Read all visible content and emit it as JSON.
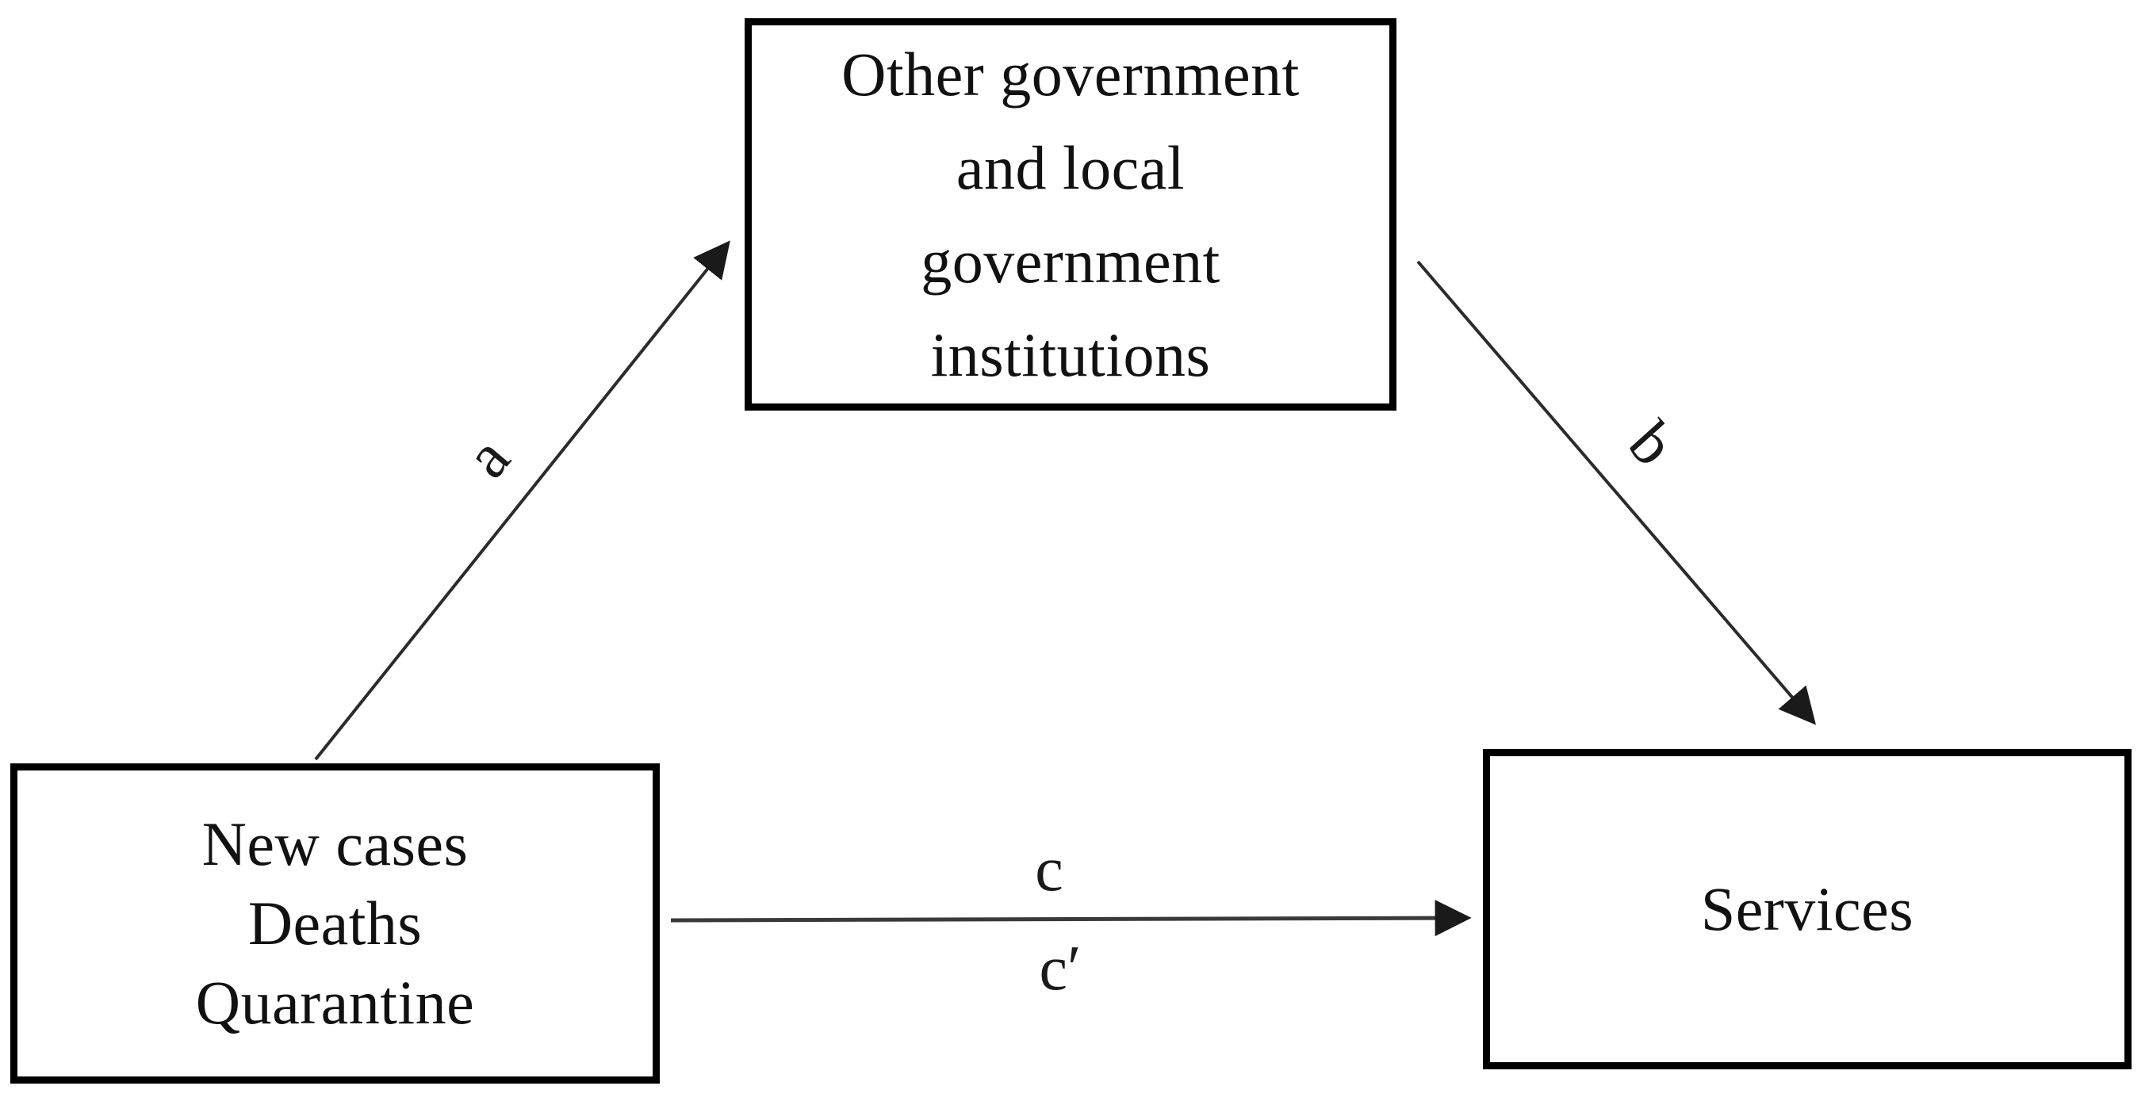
{
  "diagram": {
    "type": "mediation-path-diagram",
    "background_color": "#ffffff",
    "box_border_color": "#000000",
    "text_color": "#111111",
    "arrow_color": "#2b2b2b",
    "boxes": {
      "mediator": {
        "lines": [
          "Other government",
          "and local",
          "government",
          "institutions"
        ],
        "full_text": "Other government and local government institutions"
      },
      "predictor": {
        "lines": [
          "New cases",
          "Deaths",
          "Quarantine"
        ],
        "full_text": "New cases Deaths Quarantine"
      },
      "outcome": {
        "label": "Services"
      }
    },
    "paths": {
      "a": {
        "label": "a",
        "from": "predictor",
        "to": "mediator"
      },
      "b": {
        "label": "b",
        "from": "mediator",
        "to": "outcome"
      },
      "c": {
        "label": "c",
        "from": "predictor",
        "to": "outcome"
      },
      "c_prime": {
        "label": "c′",
        "from": "predictor",
        "to": "outcome"
      }
    }
  }
}
